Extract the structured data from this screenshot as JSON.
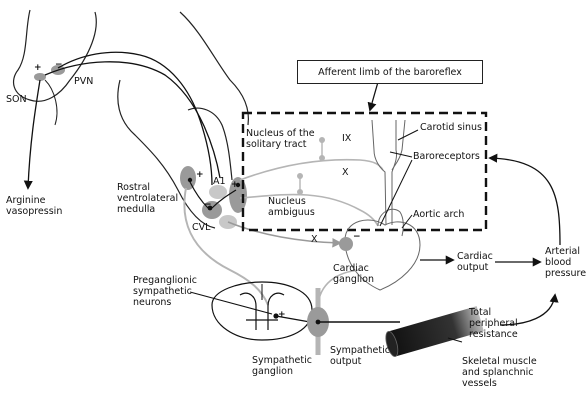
{
  "title": "Afferent limb of the baroreflex",
  "labels": {
    "son": "SON",
    "pvn": "PVN",
    "arginine_vasopressin": [
      "Arginine",
      "vasopressin"
    ],
    "rvlm": [
      "Rostral",
      "ventrolateral",
      "medulla"
    ],
    "a1": "A1",
    "cvl": "CVL",
    "nts": [
      "Nucleus of the",
      "solitary tract"
    ],
    "nucleus_ambiguus": [
      "Nucleus",
      "ambiguus"
    ],
    "nerve_ix": "IX",
    "nerve_x_upper": "X",
    "nerve_x_lower": "X",
    "carotid_sinus": "Carotid sinus",
    "baroreceptors": "Baroreceptors",
    "aortic_arch": "Aortic arch",
    "cardiac_ganglion": [
      "Cardiac",
      "ganglion"
    ],
    "cardiac_output": [
      "Cardiac",
      "output"
    ],
    "arterial_blood_pressure": [
      "Arterial",
      "blood",
      "pressure"
    ],
    "preganglionic_neurons": [
      "Preganglionic",
      "sympathetic",
      "neurons"
    ],
    "sympathetic_ganglion": [
      "Sympathetic",
      "ganglion"
    ],
    "sympathetic_output": [
      "Sympathetic",
      "output"
    ],
    "total_peripheral_resistance": [
      "Total",
      "peripheral",
      "resistance"
    ],
    "skeletal_muscle_vessels": [
      "Skeletal muscle",
      "and splanchnic",
      "vessels"
    ]
  },
  "signs": {
    "plus_son": "+",
    "minus_pvn": "−",
    "plus_rvlm": "+",
    "minus_rvlm": "−",
    "plus_nts": "+",
    "minus_heart": "−",
    "plus_spinal": "+"
  },
  "colors": {
    "line": "#111111",
    "gray_pathway": "#b5b5b5",
    "nucleus_fill": "#9a9a9a",
    "nucleus_light": "#c8c8c8"
  }
}
